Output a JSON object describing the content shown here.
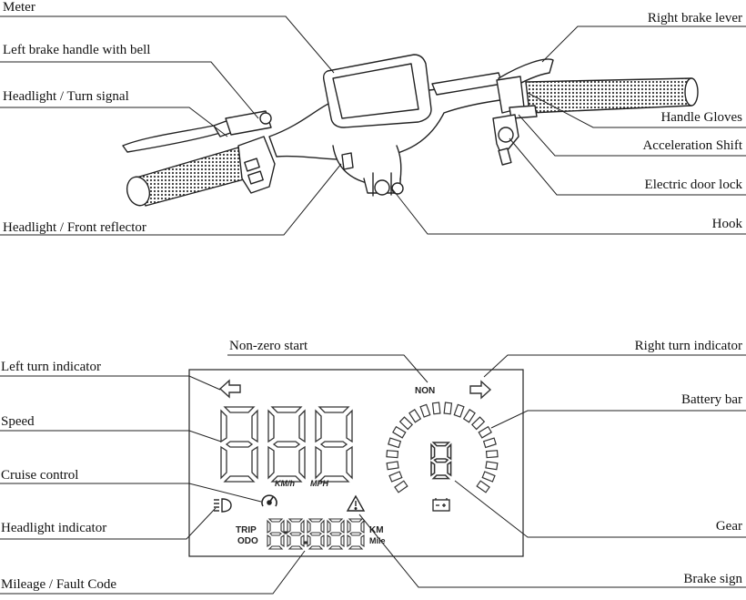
{
  "handlebar": {
    "labels": {
      "meter": "Meter",
      "left_brake": "Left brake handle with bell",
      "headlight_turn": "Headlight / Turn signal",
      "headlight_reflector": "Headlight / Front reflector",
      "right_brake": "Right brake lever",
      "handle_gloves": "Handle Gloves",
      "accel_shift": "Acceleration Shift",
      "door_lock": "Electric door lock",
      "hook": "Hook"
    }
  },
  "display": {
    "labels": {
      "non_zero_start": "Non-zero start",
      "right_turn": "Right turn indicator",
      "left_turn": "Left turn indicator",
      "battery_bar": "Battery bar",
      "speed": "Speed",
      "cruise": "Cruise control",
      "headlight_ind": "Headlight indicator",
      "gear": "Gear",
      "mileage": "Mileage / Fault Code",
      "brake_sign": "Brake sign"
    },
    "lcd": {
      "non": "NON",
      "kmh": "KM/h",
      "mph": "MPH",
      "trip": "TRIP",
      "odo": "ODO",
      "km": "KM",
      "mile": "Mile"
    }
  }
}
